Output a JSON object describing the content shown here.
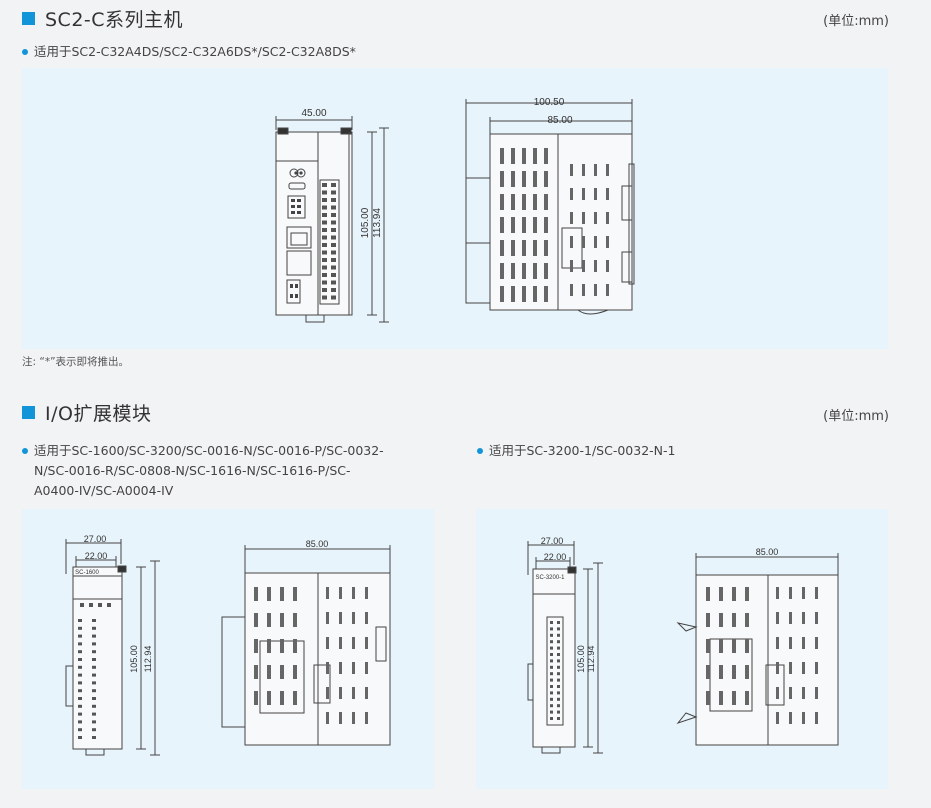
{
  "section1": {
    "title": "SC2-C系列主机",
    "unit": "(单位:mm)",
    "bullet": "适用于SC2-C32A4DS/SC2-C32A6DS*/SC2-C32A8DS*",
    "note": "注: “*”表示即将推出。",
    "dims": {
      "front_width": "45.00",
      "front_height": "105.00",
      "front_total_height": "113.94",
      "side_total": "100.50",
      "side_width": "85.00"
    }
  },
  "section2": {
    "title": "I/O扩展模块",
    "unit": "(单位:mm)",
    "bullet_left_lines": [
      "适用于SC-1600/SC-3200/SC-0016-N/SC-0016-P/SC-0032-",
      "N/SC-0016-R/SC-0808-N/SC-1616-N/SC-1616-P/SC-",
      "A0400-IV/SC-A0004-IV"
    ],
    "bullet_right": "适用于SC-3200-1/SC-0032-N-1",
    "left_dims": {
      "outer_width": "27.00",
      "inner_width": "22.00",
      "height": "105.00",
      "total_height": "112.94",
      "depth": "85.00",
      "label": "SC-1600"
    },
    "right_dims": {
      "outer_width": "27.00",
      "inner_width": "22.00",
      "height": "105.00",
      "total_height": "112.94",
      "depth": "85.00",
      "label": "SC-3200-1"
    }
  },
  "colors": {
    "accent": "#1295d8",
    "panel": "#e8f4fb"
  }
}
